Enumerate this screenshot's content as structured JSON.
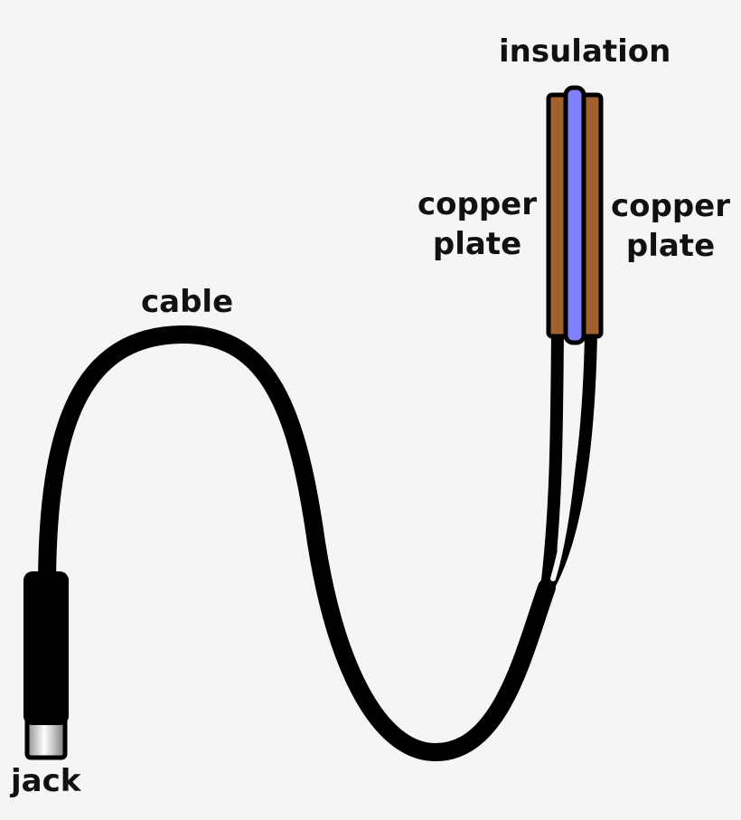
{
  "labels": {
    "insulation": "insulation",
    "copper_left_line1": "copper",
    "copper_left_line2": "plate",
    "copper_right_line1": "copper",
    "copper_right_line2": "plate",
    "cable": "cable",
    "jack": "jack"
  },
  "colors": {
    "background": "#f5f5f5",
    "cable": "#000000",
    "copper": "#a0612e",
    "insulation": "#8080ff",
    "jack_body": "#000000",
    "jack_tip": "#c8c8c8"
  }
}
